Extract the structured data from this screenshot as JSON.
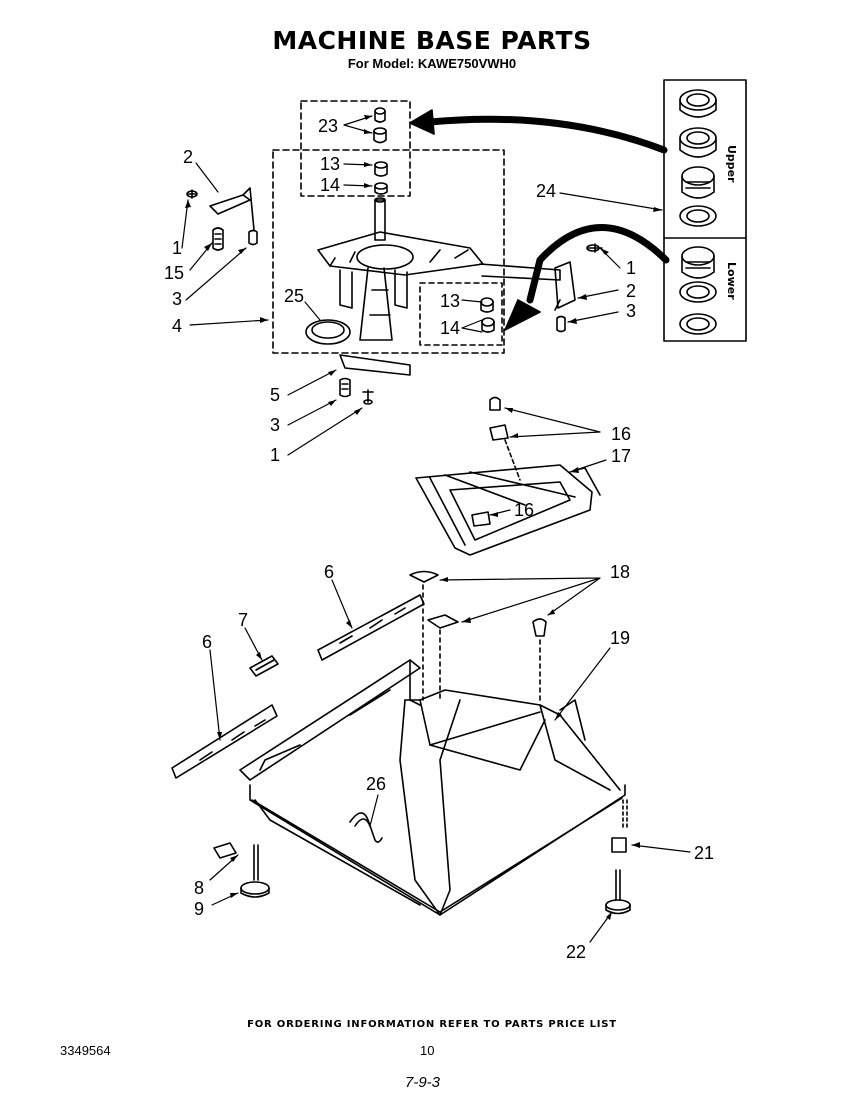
{
  "header": {
    "title": "MACHINE BASE PARTS",
    "model_line": "For Model: KAWE750VWH0"
  },
  "kit_box": {
    "upper_label": "Upper",
    "lower_label": "Lower"
  },
  "callouts": {
    "c23": "23",
    "c13a": "13",
    "c14a": "14",
    "c2a": "2",
    "c1a": "1",
    "c15": "15",
    "c3a": "3",
    "c24": "24",
    "c25": "25",
    "c4": "4",
    "c1b": "1",
    "c2b": "2",
    "c13b": "13",
    "c14b": "14",
    "c3b": "3",
    "c5": "5",
    "c3c": "3",
    "c1c": "1",
    "c16a": "16",
    "c17": "17",
    "c16b": "16",
    "c6a": "6",
    "c18": "18",
    "c7": "7",
    "c6b": "6",
    "c19": "19",
    "c26": "26",
    "c21": "21",
    "c8": "8",
    "c9": "9",
    "c22": "22"
  },
  "footer": {
    "ordering_note": "FOR ORDERING INFORMATION REFER TO PARTS PRICE LIST",
    "doc_number": "3349564",
    "page_number": "10",
    "handwritten": "7-9-3"
  }
}
